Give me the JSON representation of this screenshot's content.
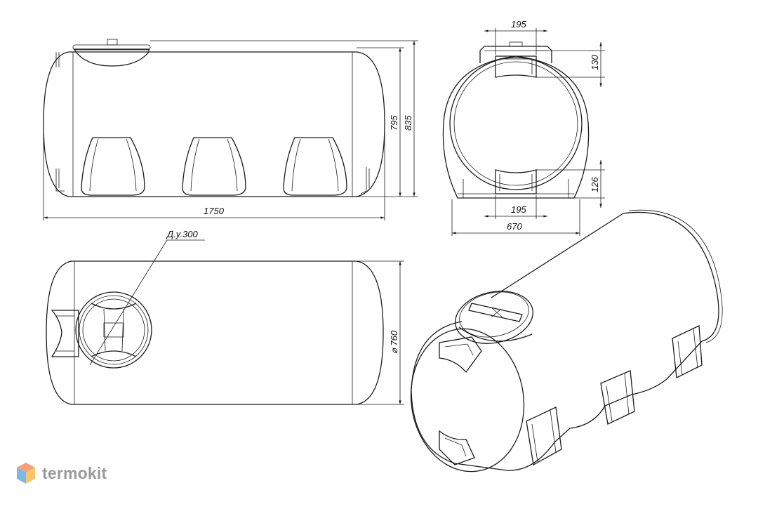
{
  "dimensions": {
    "top_length": "1750",
    "height_body": "795",
    "height_total": "835",
    "front_top_width": "195",
    "front_top_height": "130",
    "front_bottom_height": "126",
    "front_bottom_width": "195",
    "front_width": "670",
    "plan_diameter": "⌀ 760",
    "hatch_label": "Д.у.300"
  },
  "brand": {
    "name": "termokit",
    "colors": [
      "#f4a07a",
      "#7fb8e8",
      "#f7c86a"
    ]
  }
}
